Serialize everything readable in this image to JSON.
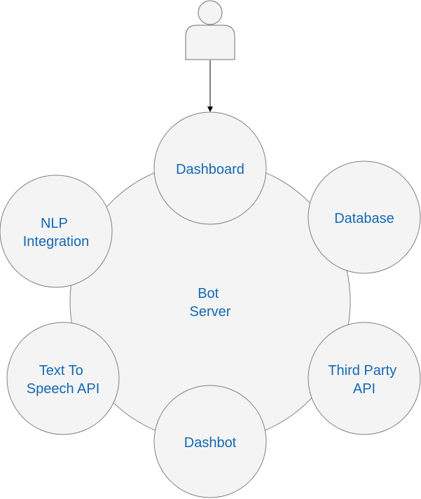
{
  "diagram": {
    "user": {
      "icon": "user-icon"
    },
    "center": {
      "line1": "Bot",
      "line2": "Server"
    },
    "nodes": {
      "dashboard": {
        "line1": "Dashboard"
      },
      "database": {
        "line1": "Database"
      },
      "nlp": {
        "line1": "NLP",
        "line2": "Integration"
      },
      "tts": {
        "line1": "Text To",
        "line2": "Speech API"
      },
      "third_party": {
        "line1": "Third Party",
        "line2": "API"
      },
      "dashbot": {
        "line1": "Dashbot"
      }
    },
    "colors": {
      "circle_fill": "#f4f4f4",
      "circle_stroke": "#808080",
      "label_text": "#1268b3",
      "arrow": "#000000"
    }
  }
}
